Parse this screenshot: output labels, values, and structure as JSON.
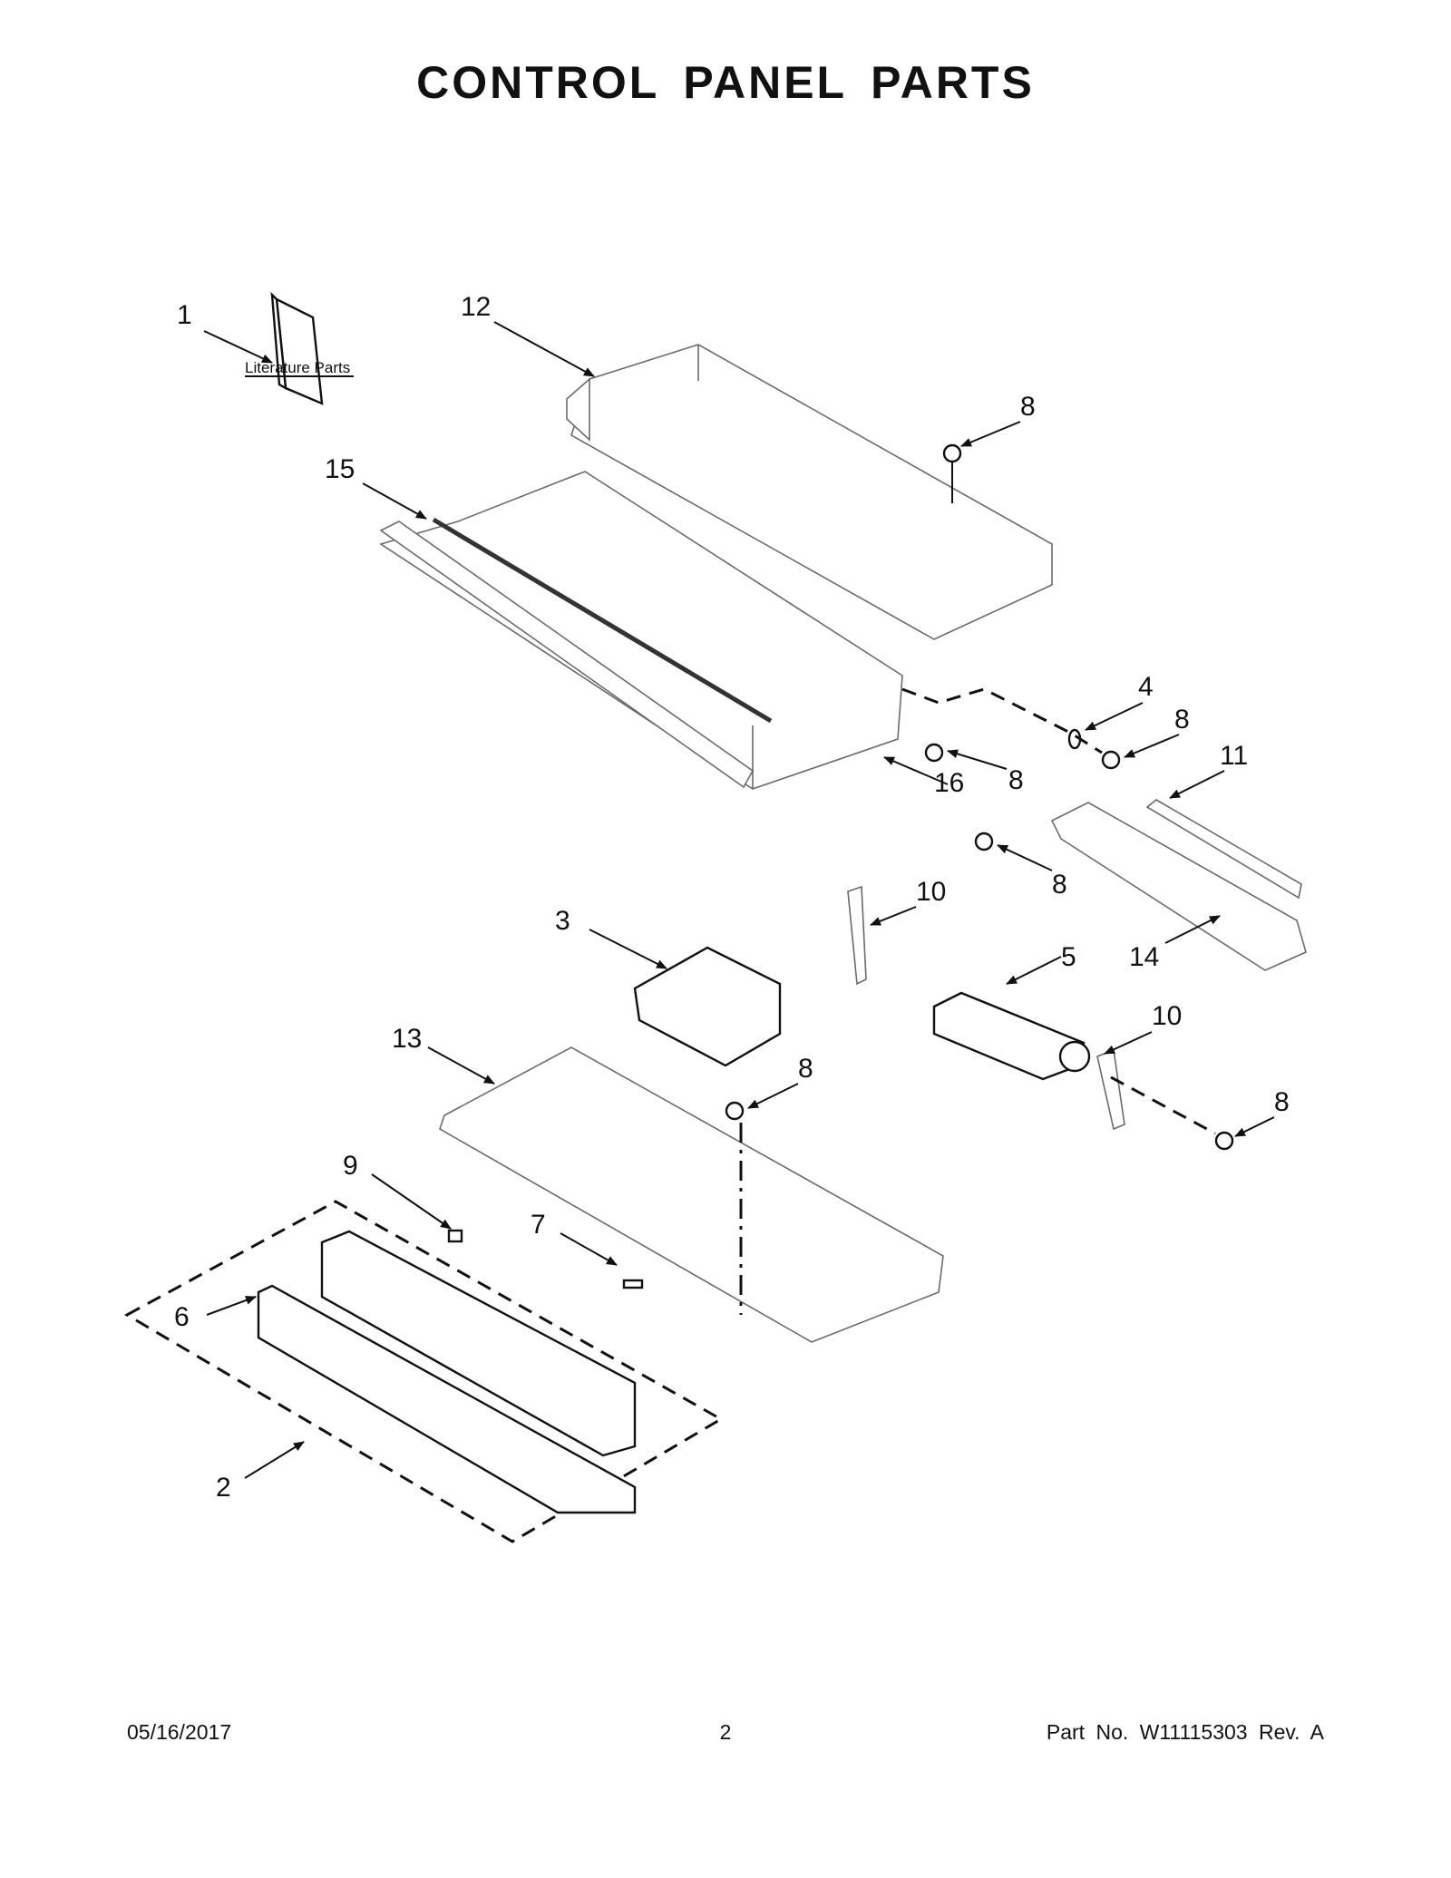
{
  "title": "CONTROL PANEL PARTS",
  "literature_label": "Literature Parts",
  "callouts": [
    "1",
    "12",
    "8",
    "15",
    "4",
    "8",
    "8",
    "16",
    "11",
    "8",
    "10",
    "3",
    "5",
    "14",
    "13",
    "8",
    "10",
    "8",
    "9",
    "7",
    "6",
    "2"
  ],
  "footer": {
    "date": "05/16/2017",
    "page": "2",
    "part_no": "Part No.  W11115303  Rev.  A"
  },
  "colors": {
    "ink": "#111111",
    "part_outline": "#6a6a6a"
  }
}
